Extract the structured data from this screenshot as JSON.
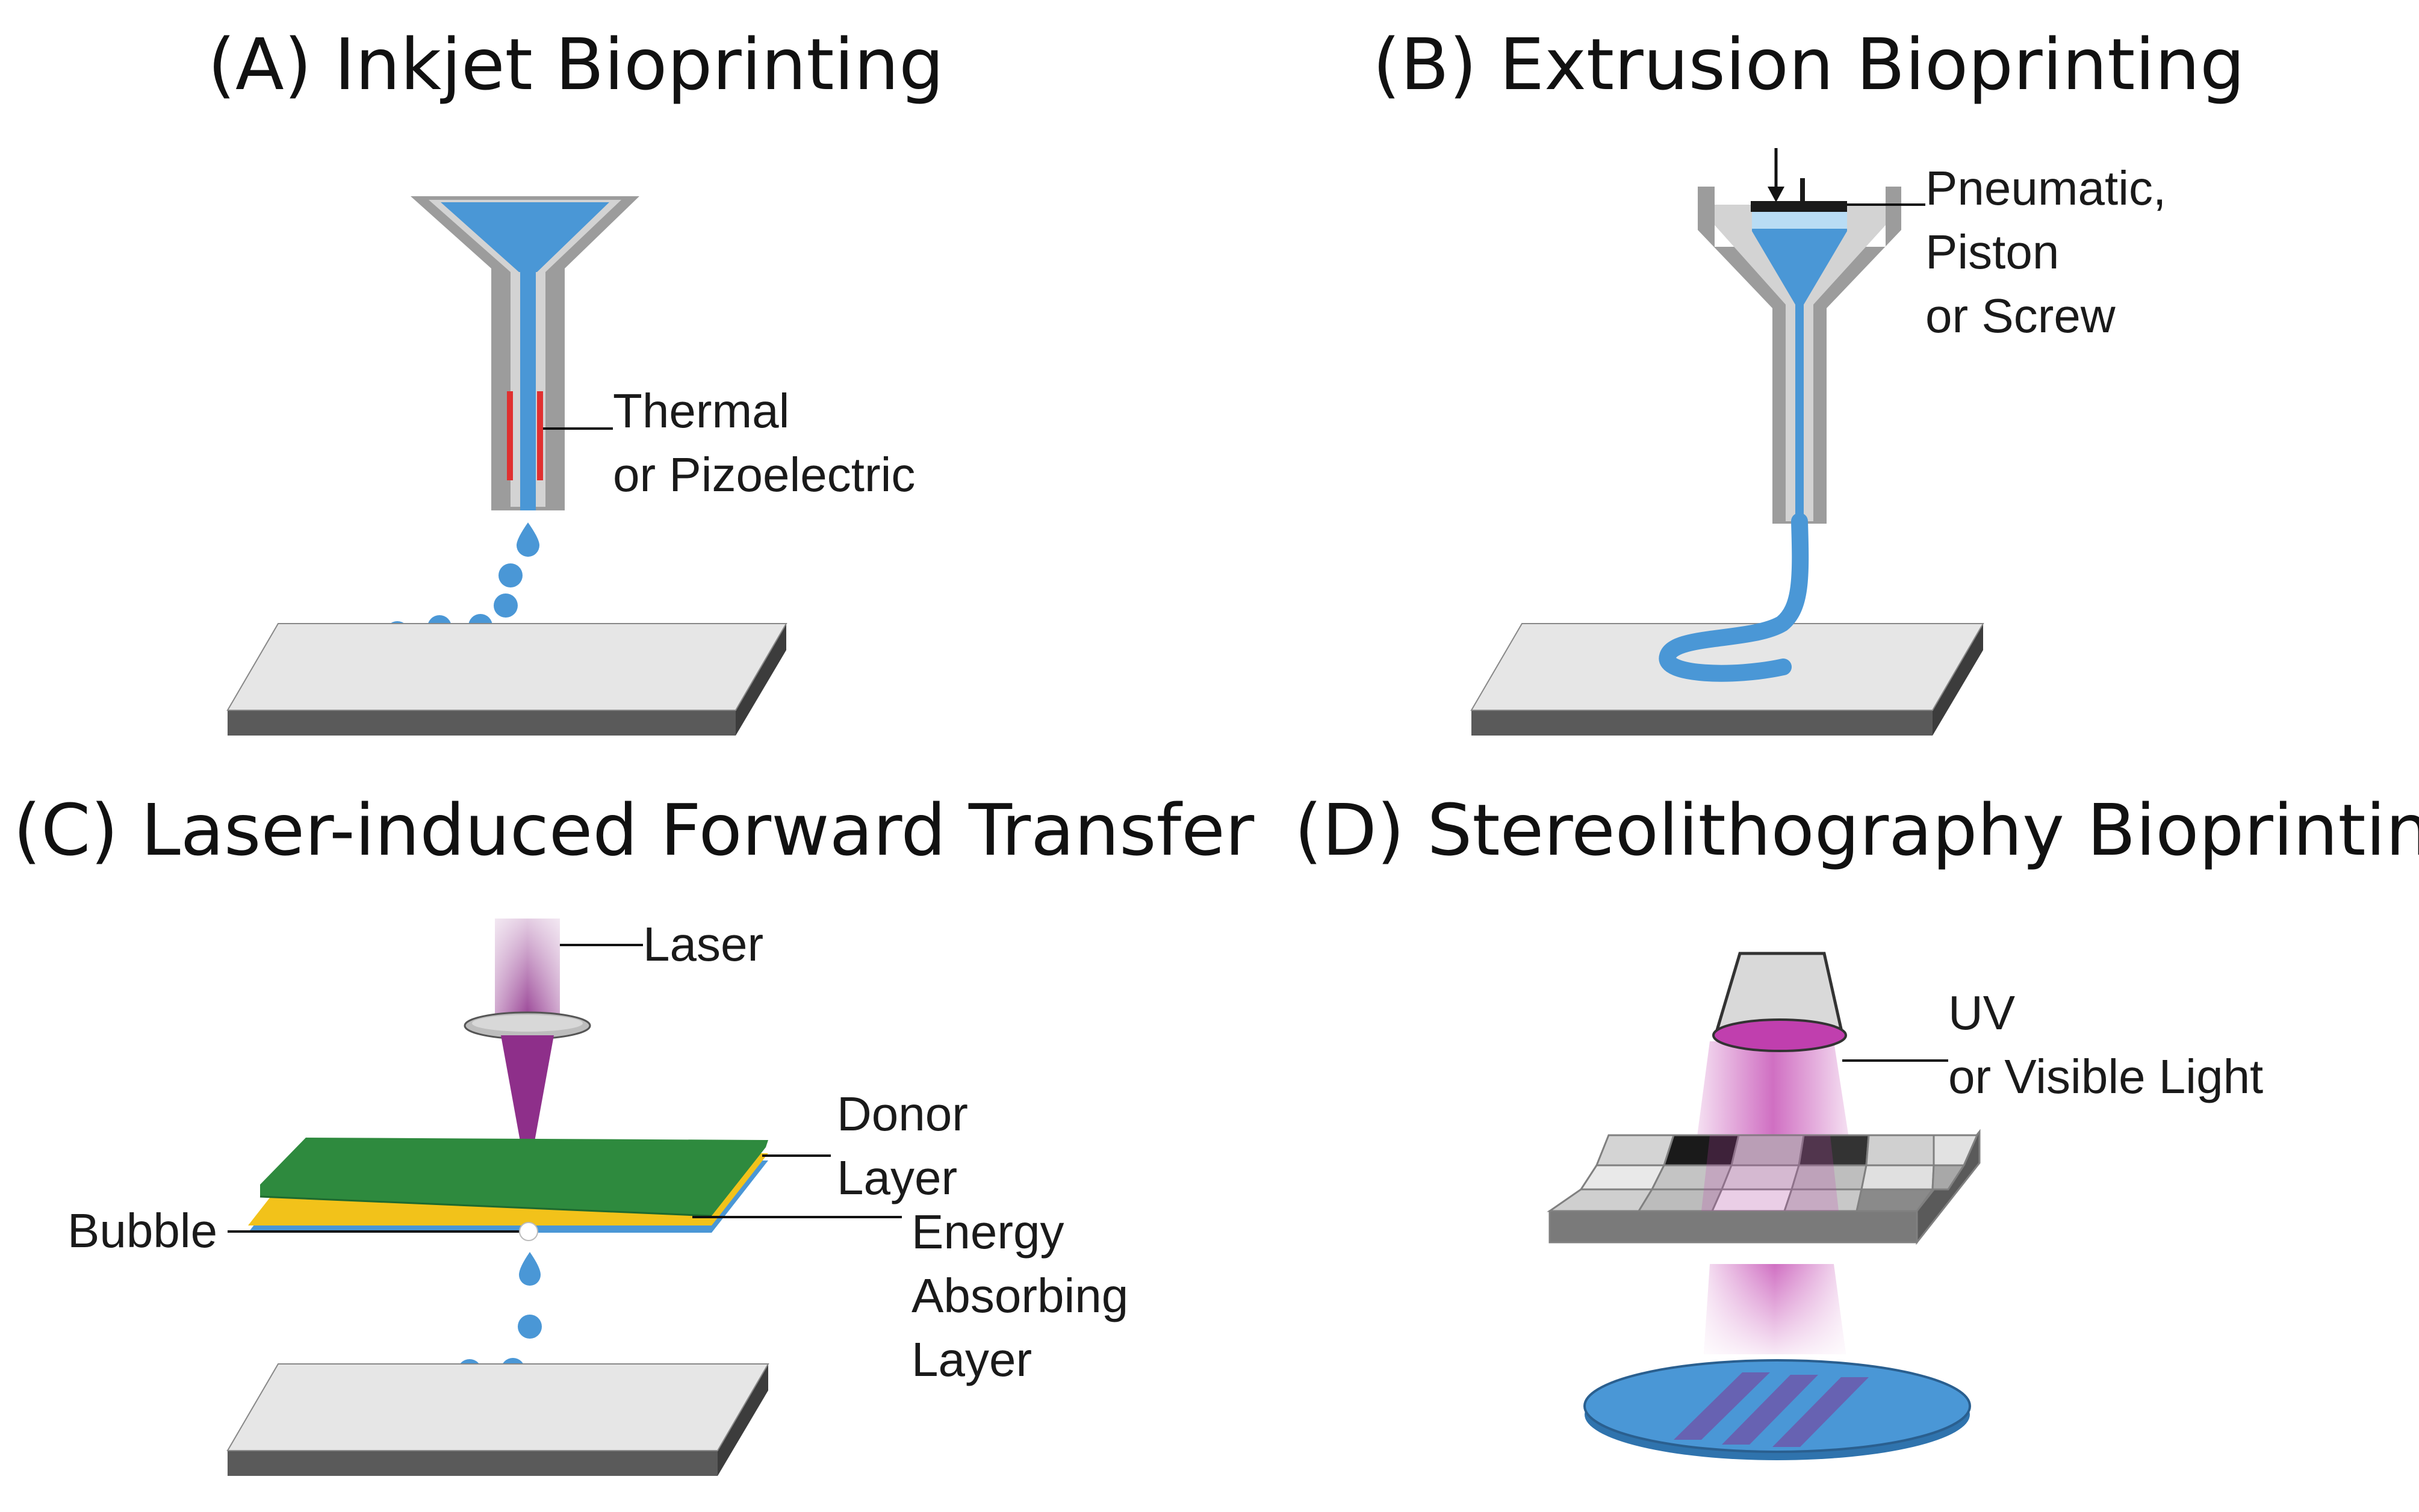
{
  "panels": {
    "a": {
      "title": "(A) Inkjet Bioprinting",
      "label_line1": "Thermal",
      "label_line2": "or Pizoelectric"
    },
    "b": {
      "title": "(B) Extrusion Bioprinting",
      "label_line1": "Pneumatic,",
      "label_line2": "Piston",
      "label_line3": "or Screw"
    },
    "c": {
      "title": "(C) Laser-induced Forward Transfer",
      "laser_label": "Laser",
      "donor_line1": "Donor",
      "donor_line2": "Layer",
      "bubble_label": "Bubble",
      "energy_line1": "Energy",
      "energy_line2": "Absorbing",
      "energy_line3": "Layer"
    },
    "d": {
      "title": "(D) Stereolithography Bioprinting",
      "light_line1": "UV",
      "light_line2": "or Visible Light"
    }
  },
  "colors": {
    "bioink": "#4a97d6",
    "heater": "#e03030",
    "donor": "#2e8a3e",
    "energy": "#f2c21a",
    "laser": "#8e2f8a",
    "light": "#c03fae",
    "nozzle": "#9c9c9c",
    "substrate_top": "#e6e6e6",
    "substrate_side": "#5a5a5a"
  }
}
